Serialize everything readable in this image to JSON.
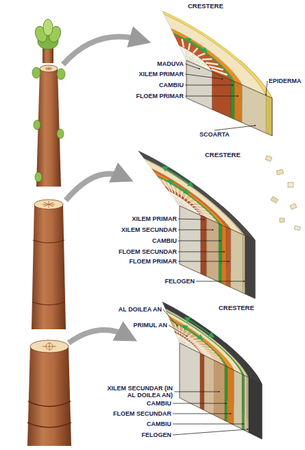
{
  "diagram": {
    "labels": [
      "CRESTERE",
      "MADUVA",
      "XILEM PRIMAR",
      "CAMBIU",
      "FLOEM PRIMAR",
      "EPIDERMA",
      "SCOARTA",
      "CRESTERE",
      "XILEM PRIMAR",
      "XILEM SECUNDAR",
      "CAMBIU",
      "FLOEM SECUNDAR",
      "FLOEM PRIMAR",
      "FELOGEN",
      "AL DOILEA AN",
      "CRESTERE",
      "PRIMUL AN",
      "XILEM SECUNDAR (IN AL DOILEA AN)",
      "CAMBIU",
      "FLOEM SECUNDAR",
      "CAMBIU",
      "FELOGEN"
    ]
  }
}
